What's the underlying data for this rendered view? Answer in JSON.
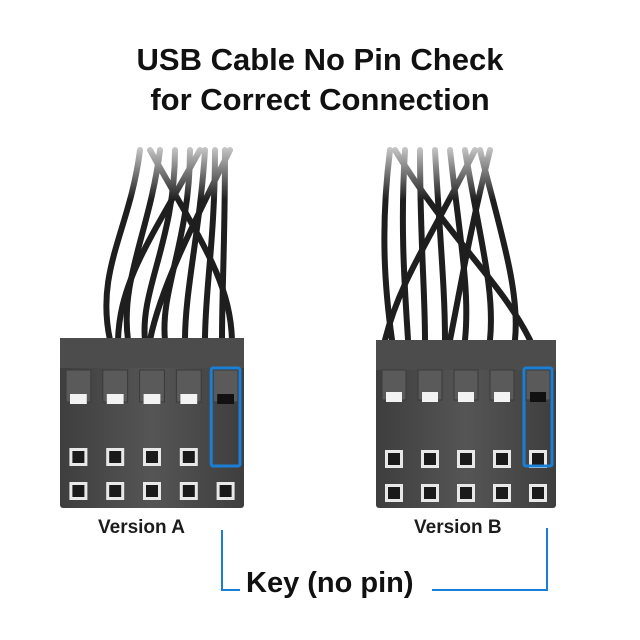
{
  "title": {
    "line1": "USB Cable No Pin Check",
    "line2": "for Correct Connection"
  },
  "labels": {
    "version_a": "Version A",
    "version_b": "Version B",
    "key": "Key (no pin)"
  },
  "colors": {
    "highlight": "#1a7fd4",
    "connector": "#4a4a4a",
    "wire": "#1e1e1e",
    "pinhole": "#1a1a1a"
  },
  "connectors": [
    {
      "name": "Version A",
      "key_at_top_row": true,
      "columns": 5
    },
    {
      "name": "Version B",
      "key_at_top_row": false,
      "columns": 5
    }
  ]
}
